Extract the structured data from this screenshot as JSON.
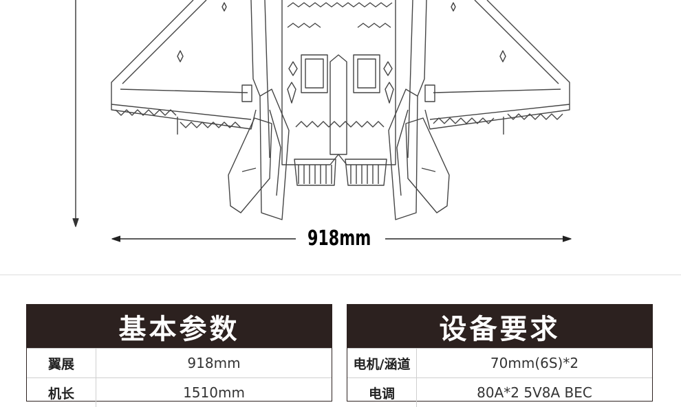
{
  "drawing": {
    "span_label": "918mm"
  },
  "basic_params": {
    "title": "基本参数",
    "rows": [
      {
        "key": "翼展",
        "value": "918mm"
      },
      {
        "key": "机长",
        "value": "1510mm"
      }
    ]
  },
  "equipment": {
    "title": "设备要求",
    "rows": [
      {
        "key": "电机/涵道",
        "value": "70mm(6S)*2"
      },
      {
        "key": "电调",
        "value": "80A*2  5V8A BEC"
      }
    ]
  }
}
